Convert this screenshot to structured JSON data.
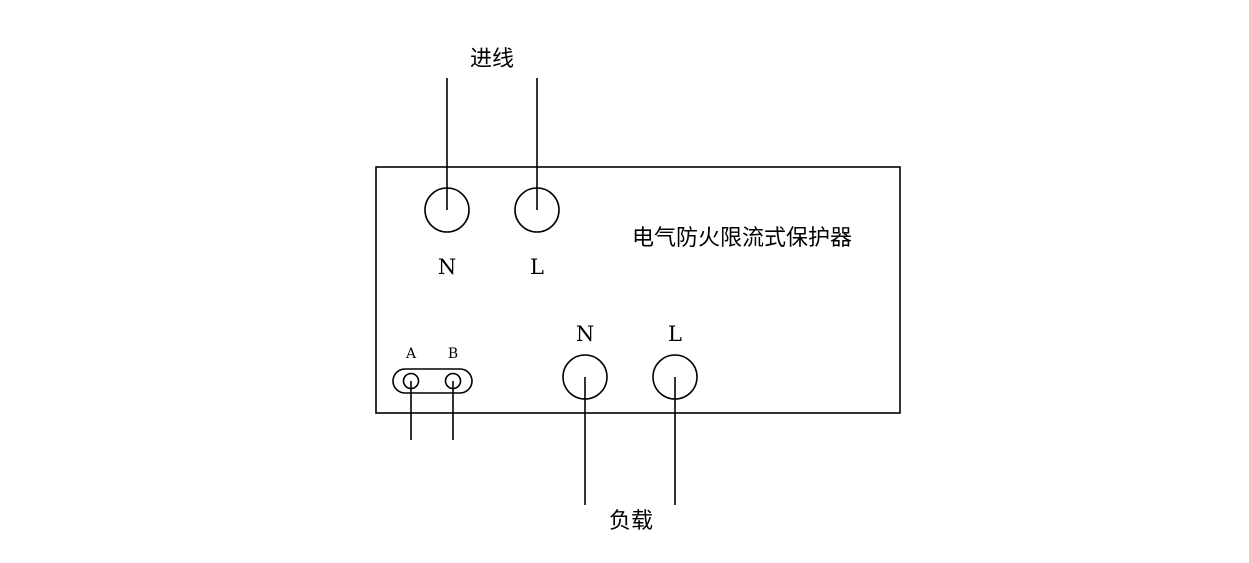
{
  "labels": {
    "incoming": "进线",
    "load": "负载",
    "device_name": "电气防火限流式保护器"
  },
  "terminals": {
    "input_n": "N",
    "input_l": "L",
    "output_n": "N",
    "output_l": "L",
    "signal_a": "A",
    "signal_b": "B"
  }
}
